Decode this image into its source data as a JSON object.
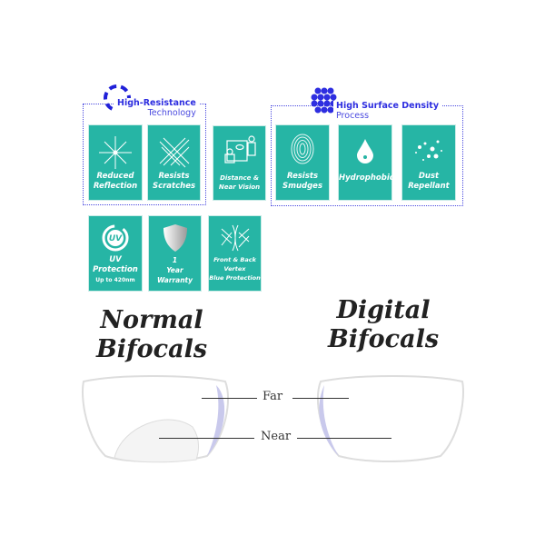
{
  "high_resistance": {
    "title": "High-Resistance",
    "subtitle": "Technology",
    "icon": "hexagon-ring-icon"
  },
  "high_density": {
    "title": "High Surface Density",
    "subtitle": "Process",
    "icon": "sphere-cluster-icon"
  },
  "features": [
    {
      "line1": "Reduced",
      "line2": "Reflection",
      "icon": "sparkle-icon"
    },
    {
      "line1": "Resists",
      "line2": "Scratches",
      "icon": "scratch-icon"
    },
    {
      "line1": "Distance &",
      "line2": "Near Vision",
      "icon": "vision-icon"
    },
    {
      "line1": "Resists",
      "line2": "Smudges",
      "icon": "fingerprint-icon"
    },
    {
      "line1": "Hydrophobic",
      "icon": "water-drop-icon"
    },
    {
      "line1": "Dust",
      "line2": "Repellant",
      "icon": "dust-icon"
    },
    {
      "line1": "UV",
      "line2": "Protection",
      "line3": "Up to 420nm",
      "icon": "uv-icon",
      "icon_text": "UV"
    },
    {
      "line1": "1",
      "line2": "Year",
      "line3": "Warranty",
      "icon": "shield-icon"
    },
    {
      "line1": "Front & Back",
      "line2": "Vertex",
      "line3": "Blue Protection",
      "icon": "blue-light-icon"
    }
  ],
  "normal": {
    "line1": "Normal",
    "line2": "Bifocals"
  },
  "digital": {
    "line1": "Digital",
    "line2": "Bifocals"
  },
  "labels": {
    "far": "Far",
    "near": "Near"
  },
  "colors": {
    "teal": "#26b5a5",
    "blue": "#2e2ee0"
  }
}
